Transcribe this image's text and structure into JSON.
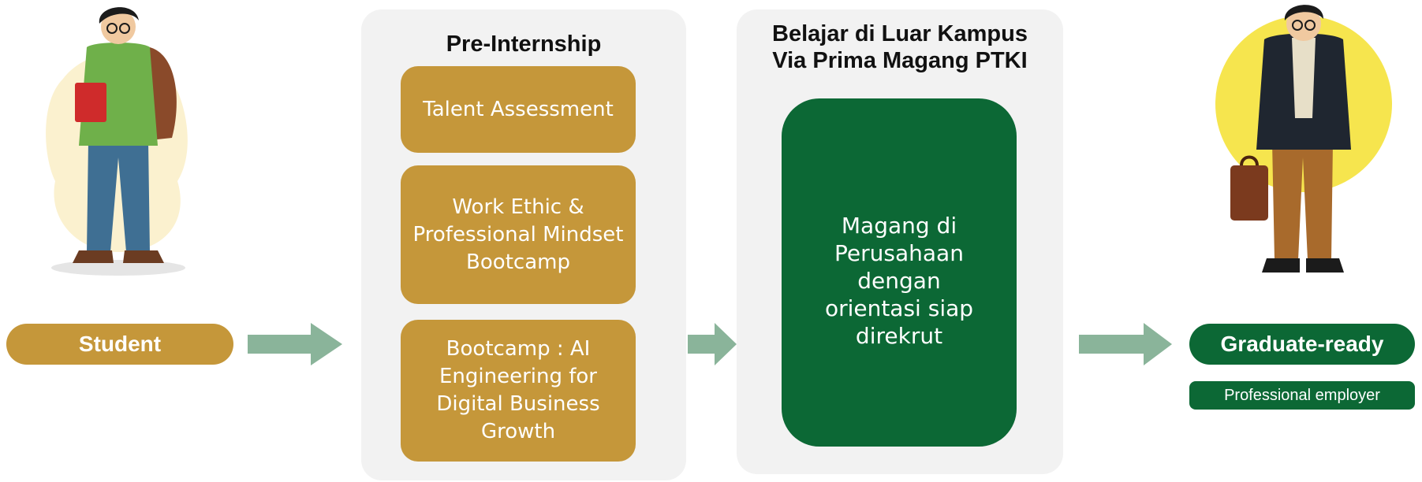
{
  "panels": {
    "pre_internship": {
      "title": "Pre-Internship",
      "items": [
        "Talent Assessment",
        "Work Ethic & Professional Mindset Bootcamp",
        "Bootcamp : AI Engineering for Digital Business Growth"
      ]
    },
    "outside_campus": {
      "title": "Belajar di Luar Kampus\nVia Prima Magang PTKI",
      "box": "Magang di Perusahaan dengan orientasi siap direkrut"
    }
  },
  "start": {
    "label": "Student"
  },
  "end": {
    "label": "Graduate-ready",
    "tag": "Professional employer"
  },
  "icons": {
    "student": "student-illustration-icon",
    "graduate": "graduate-illustration-icon",
    "arrow": "arrow-right-icon"
  },
  "colors": {
    "gold": "#c5973a",
    "green": "#0c6835",
    "panel": "#f2f2f2",
    "arrow": "#8ab49a",
    "sun": "#f6e54e"
  }
}
